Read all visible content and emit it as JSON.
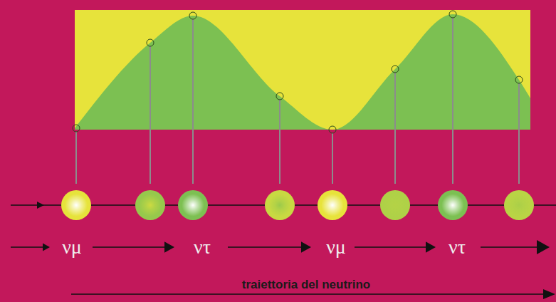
{
  "diagram": {
    "labels": [
      "νμ",
      "ντ",
      "νμ",
      "ντ",
      "traiettoria del neutrino"
    ]
  }
}
